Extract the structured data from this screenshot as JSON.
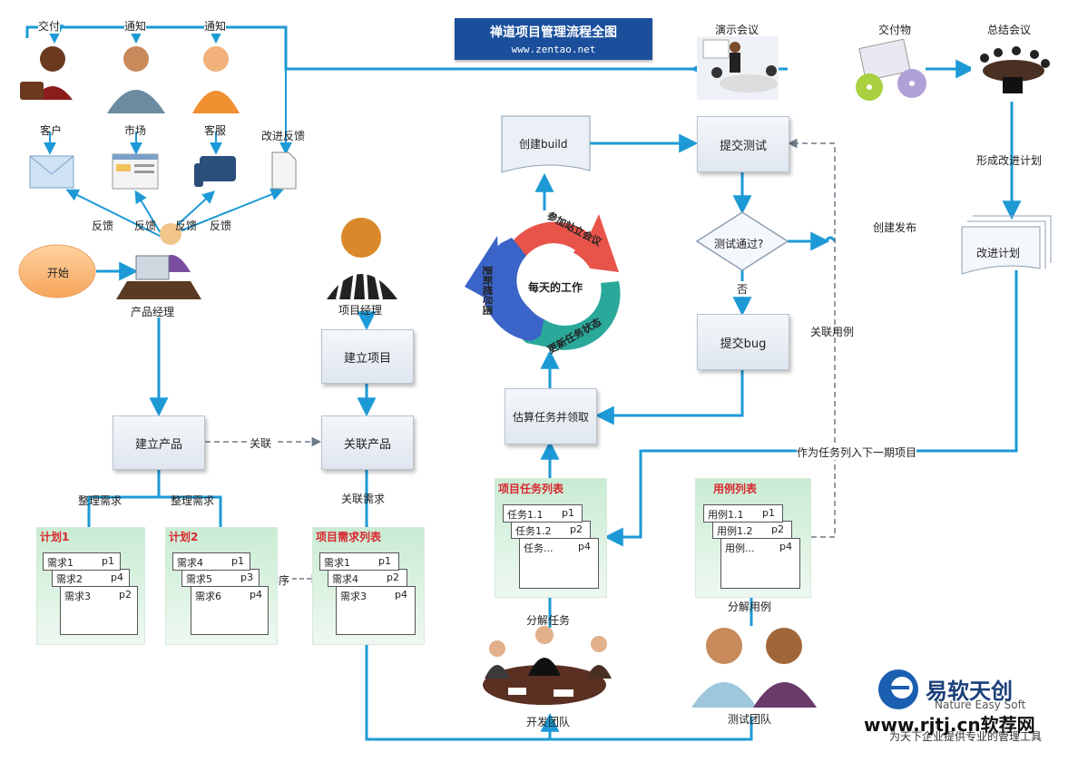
{
  "header": {
    "title": "禅道项目管理流程全图",
    "url": "www.zentao.net"
  },
  "roles": {
    "deliver": "交付",
    "notify1": "通知",
    "notify2": "通知",
    "customer": "客户",
    "market": "市场",
    "service": "客服",
    "improve_feedback": "改进反馈",
    "product_manager": "产品经理",
    "project_manager": "项目经理",
    "dev_team": "开发团队",
    "test_team": "测试团队"
  },
  "feedback_labels": [
    "反馈",
    "反馈",
    "反馈",
    "反馈"
  ],
  "start_label": "开始",
  "boxes": {
    "build_product": "建立产品",
    "link_product": "关联产品",
    "build_project": "建立项目",
    "create_build": "创建build",
    "submit_test": "提交测试",
    "test_pass": "测试通过?",
    "submit_bug": "提交bug",
    "estimate_task": "估算任务并领取",
    "improve_plan": "改进计划"
  },
  "edge_labels": {
    "link": "关联",
    "sort_req1": "整理需求",
    "sort_req2": "整理需求",
    "link_req": "关联需求",
    "sort": "排序",
    "no": "否",
    "create_release": "创建发布",
    "link_case": "关联用例",
    "next_project": "作为任务列入下一期项目",
    "make_plan": "形成改进计划",
    "split_task": "分解任务",
    "split_case": "分解用例"
  },
  "meetings": {
    "demo": "演示会议",
    "deliverable": "交付物",
    "summary": "总结会议"
  },
  "cycle": {
    "center": "每天的工作",
    "seg1": "参加站立会议",
    "seg2": "更新任务状态",
    "seg3": "更新燃尽图"
  },
  "plans": {
    "plan1": {
      "title": "计划1",
      "rows": [
        [
          "需求1",
          "p1"
        ],
        [
          "需求2",
          "p4"
        ],
        [
          "需求3",
          "p2"
        ]
      ]
    },
    "plan2": {
      "title": "计划2",
      "rows": [
        [
          "需求4",
          "p1"
        ],
        [
          "需求5",
          "p3"
        ],
        [
          "需求6",
          "p4"
        ]
      ]
    },
    "project_req": {
      "title": "项目需求列表",
      "rows": [
        [
          "需求1",
          "p1"
        ],
        [
          "需求4",
          "p2"
        ],
        [
          "需求3",
          "p4"
        ]
      ]
    },
    "project_task": {
      "title": "项目任务列表",
      "rows": [
        [
          "任务1.1",
          "p1"
        ],
        [
          "任务1.2",
          "p2"
        ],
        [
          "任务...",
          "p4"
        ]
      ]
    },
    "cases": {
      "title": "用例列表",
      "rows": [
        [
          "用例1.1",
          "p1"
        ],
        [
          "用例1.2",
          "p2"
        ],
        [
          "用例...",
          "p4"
        ]
      ]
    }
  },
  "brand": {
    "name": "易软天创",
    "sub": "Nature Easy Soft",
    "slogan": "为天下企业提供专业的管理工具",
    "watermark": "www.rjtj.cn软荐网"
  },
  "colors": {
    "flow": "#1d9ad6",
    "title_bg": "#1b4f9c",
    "red_title": "#d8262e",
    "cycle_red": "#e8534a",
    "cycle_teal": "#2aa89a",
    "cycle_blue": "#3a64c8"
  }
}
